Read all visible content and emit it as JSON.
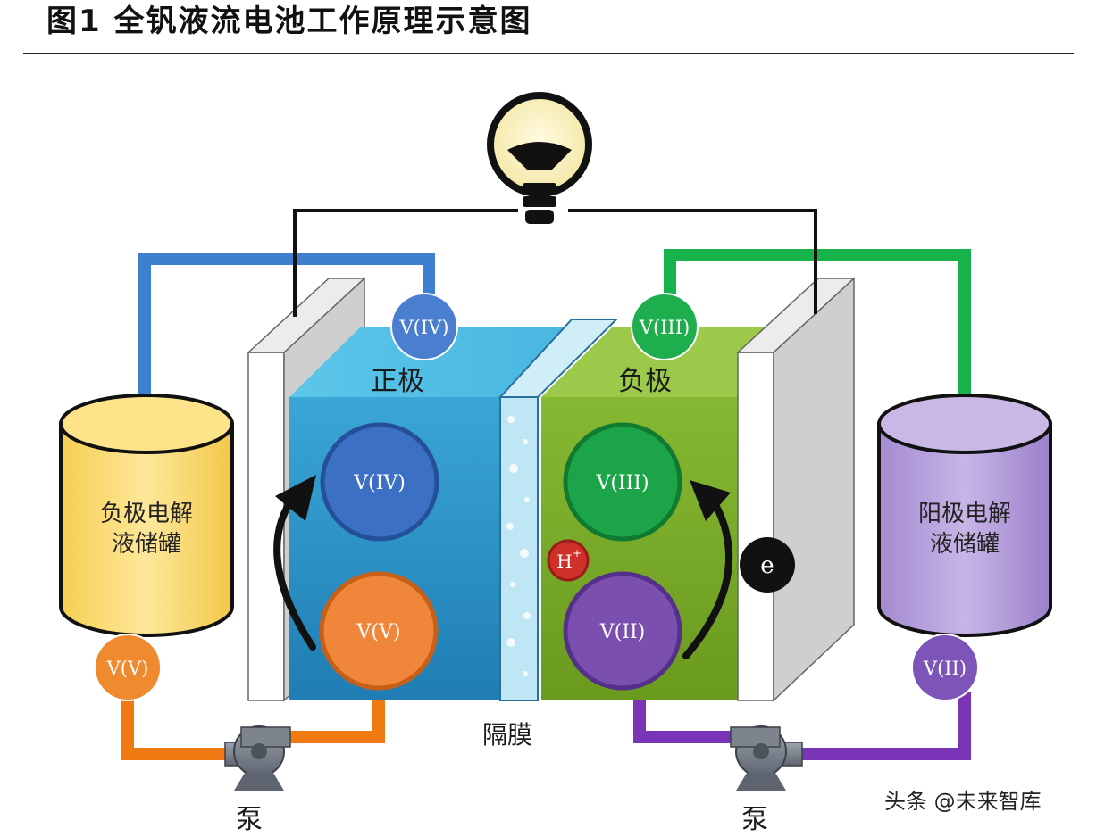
{
  "title": "图1   全钒液流电池工作原理示意图",
  "labels": {
    "positive_electrode": "正极",
    "negative_electrode": "负极",
    "membrane": "隔膜",
    "pump_left": "泵",
    "pump_right": "泵",
    "left_tank_line1": "负极电解",
    "left_tank_line2": "液储罐",
    "right_tank_line1": "阳极电解",
    "right_tank_line2": "液储罐"
  },
  "ions": {
    "v4_pipe": "V(IV)",
    "v3_pipe": "V(III)",
    "v5_pipe": "V(V)",
    "v2_pipe": "V(II)",
    "v4_cell": "V(IV)",
    "v5_cell": "V(V)",
    "v3_cell": "V(III)",
    "v2_cell": "V(II)",
    "proton": "H",
    "proton_sup": "+",
    "electron": "e"
  },
  "watermark": "头条 @未来智库",
  "colors": {
    "blue_pipe": "#3f7fd0",
    "green_pipe": "#17b24a",
    "orange_pipe": "#f07a12",
    "purple_pipe": "#7a34b8",
    "yellow_tank": "#fde38a",
    "purple_tank": "#b9a3dc",
    "positive_cell": "#3fb0da",
    "negative_cell": "#86b42c"
  }
}
